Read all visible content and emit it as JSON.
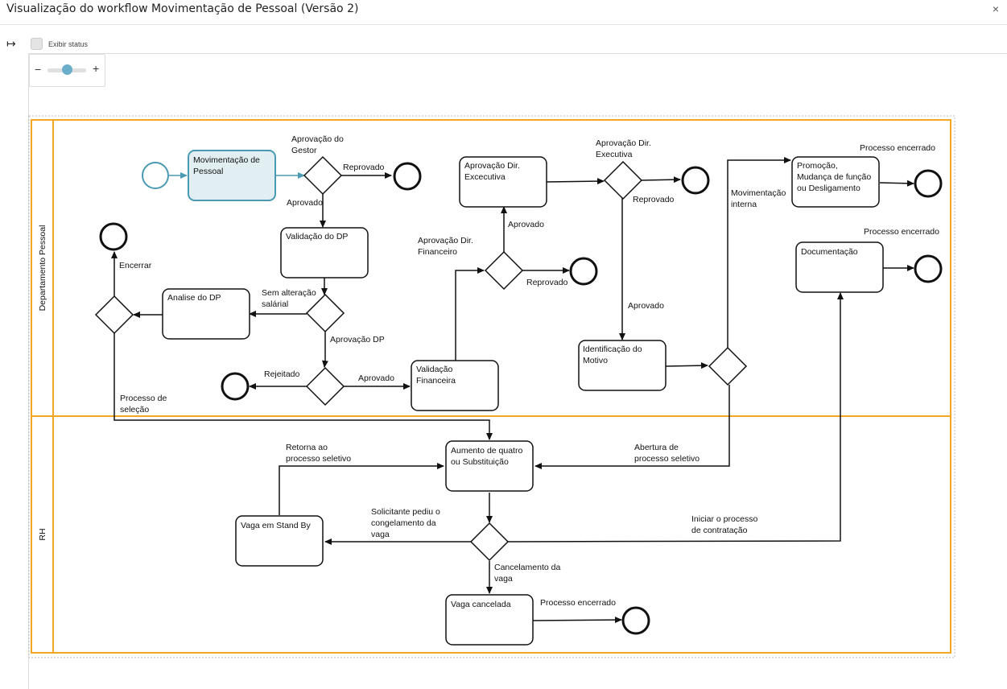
{
  "header": {
    "title": "Visualização do workflow Movimentação de Pessoal (Versão 2)",
    "close_glyph": "×"
  },
  "toolbar": {
    "toggle_glyph": "↦",
    "show_status_label": "Exibir status"
  },
  "zoom": {
    "minus": "−",
    "plus": "+",
    "level": 0.5
  },
  "diagram": {
    "lanes": [
      "Departamento Pessoal",
      "RH"
    ],
    "tasks": {
      "movimentacao": [
        "Movimentação de",
        "Pessoal"
      ],
      "validacao_dp": [
        "Validação do DP"
      ],
      "analise_dp": [
        "Analise do DP"
      ],
      "validacao_fin": [
        "Validação",
        "Financeira"
      ],
      "aprov_dir_exec": [
        "Aprovação Dir.",
        "Excecutiva"
      ],
      "identificacao": [
        "Identificação do",
        "Motivo"
      ],
      "promocao": [
        "Promoção,",
        "Mudança de função",
        "ou Desligamento"
      ],
      "documentacao": [
        "Documentação"
      ],
      "aumento": [
        "Aumento de quatro",
        "ou Substituição"
      ],
      "stand_by": [
        "Vaga em Stand By"
      ],
      "cancelada": [
        "Vaga cancelada"
      ]
    },
    "labels": {
      "aprov_gestor": [
        "Aprovação do",
        "Gestor"
      ],
      "reprovado1": [
        "Reprovado"
      ],
      "aprovado1": [
        "Aprovado"
      ],
      "sem_alteracao": [
        "Sem alteração",
        "salárial"
      ],
      "aprovacao_dp": [
        "Aprovação DP"
      ],
      "rejeitado": [
        "Rejeitado"
      ],
      "aprovado2": [
        "Aprovado"
      ],
      "encerrar": [
        "Encerrar"
      ],
      "processo_selecao": [
        "Processo de",
        "seleção"
      ],
      "aprov_dir_fin": [
        "Aprovação Dir.",
        "Financeiro"
      ],
      "aprovado3": [
        "Aprovado"
      ],
      "reprovado2": [
        "Reprovado"
      ],
      "aprov_dir_exec_gw": [
        "Aprovação Dir.",
        "Executiva"
      ],
      "reprovado3": [
        "Reprovado"
      ],
      "aprovado4": [
        "Aprovado"
      ],
      "mov_interna": [
        "Movimentação",
        "interna"
      ],
      "proc_enc1": [
        "Processo encerrado"
      ],
      "proc_enc2": [
        "Processo encerrado"
      ],
      "abertura": [
        "Abertura de",
        "processo seletivo"
      ],
      "retorna": [
        "Retorna ao",
        "processo seletivo"
      ],
      "solicitante": [
        "Solicitante pediu o",
        "congelamento da",
        "vaga"
      ],
      "iniciar": [
        "Iniciar o processo",
        "de contratação"
      ],
      "cancelamento": [
        "Cancelamento da",
        "vaga"
      ],
      "proc_enc3": [
        "Processo encerrado"
      ]
    }
  }
}
